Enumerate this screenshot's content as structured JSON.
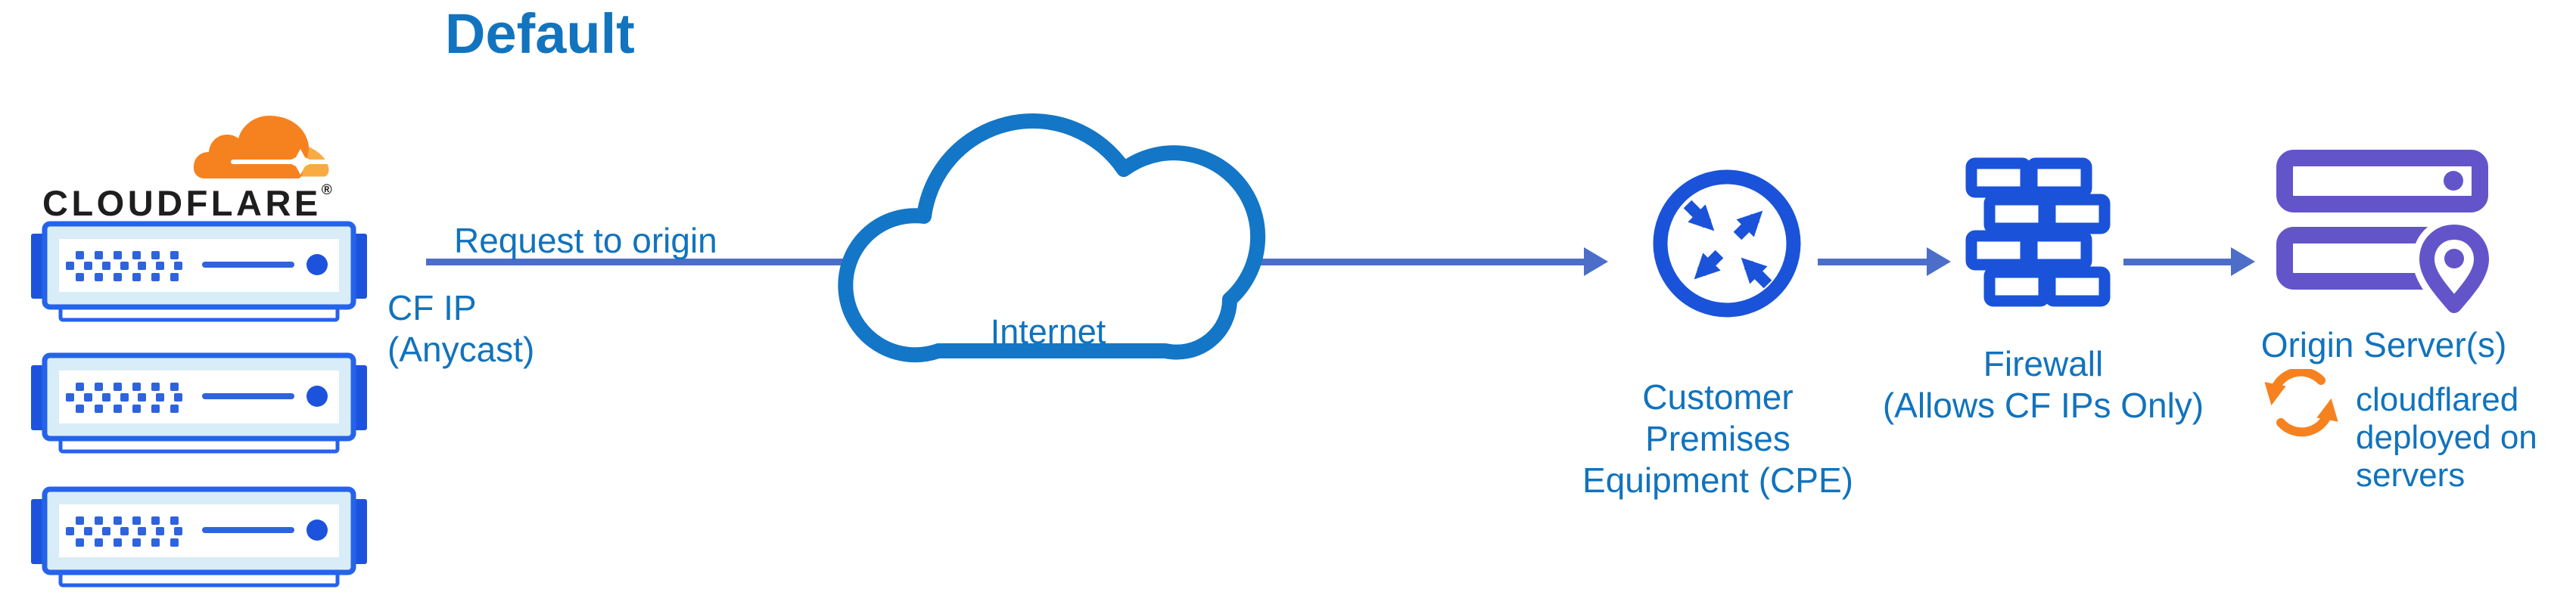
{
  "title": "Default",
  "cloudflare": {
    "wordmark": "CLOUDFLARE",
    "registered": "®",
    "logo_icon": "cloudflare-logo-cloud-icon",
    "server_icon": "edge-server-icon",
    "ip_line1": "CF IP",
    "ip_line2": "(Anycast)"
  },
  "connection": {
    "label": "Request to origin"
  },
  "internet": {
    "label": "Internet",
    "icon": "internet-cloud-icon"
  },
  "cpe": {
    "line1": "Customer Premises",
    "line2": "Equipment (CPE)",
    "icon": "cpe-router-icon"
  },
  "firewall": {
    "line1": "Firewall",
    "line2": "(Allows CF IPs Only)",
    "icon": "firewall-brick-icon"
  },
  "origin": {
    "label": "Origin Server(s)",
    "icon": "origin-server-icon",
    "pin_icon": "location-pin-icon",
    "note": "cloudflared deployed on servers",
    "note_icon": "sync-arrows-icon"
  },
  "colors": {
    "title_blue": "#1274be",
    "label_blue": "#1173bd",
    "connector_blue": "#4c6ec9",
    "icon_blue": "#1a53d9",
    "server_border_blue": "#2563eb",
    "server_fill_cyan": "#d8edf7",
    "dot_blue": "#2e63dd",
    "tab_blue": "#1d53dc",
    "cloud_stroke_blue": "#1476c6",
    "origin_purple": "#6355c9",
    "cf_orange": "#f6821f",
    "cf_orange_light": "#f9ab41",
    "wordmark_black": "#1e1e1e"
  }
}
